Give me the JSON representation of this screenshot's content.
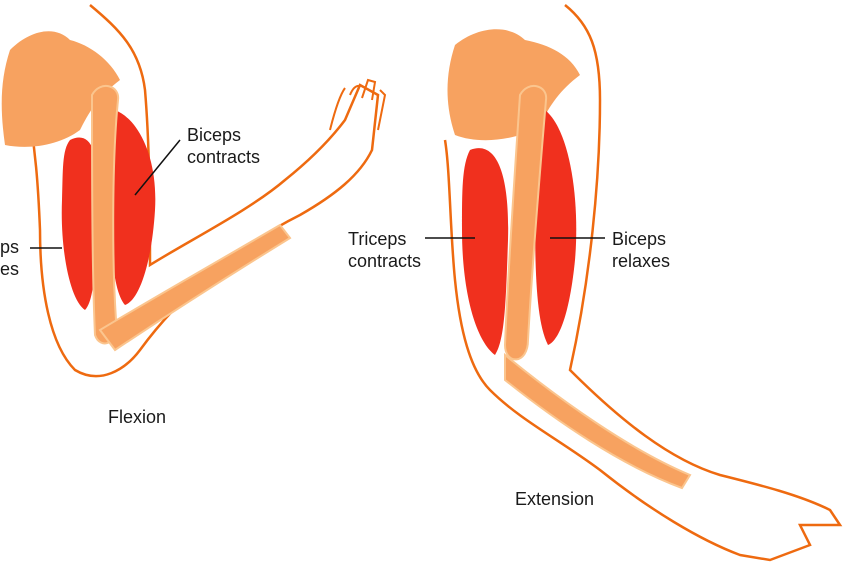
{
  "colors": {
    "bone": "#f7a260",
    "bone_light": "#fbc58e",
    "muscle": "#f0301e",
    "skin_line": "#ee6a10",
    "leader": "#111111"
  },
  "flexion": {
    "title": "Flexion",
    "biceps_label": [
      "Biceps",
      "contracts"
    ],
    "triceps_label": [
      "ps",
      "es"
    ]
  },
  "extension": {
    "title": "Extension",
    "triceps_label": [
      "Triceps",
      "contracts"
    ],
    "biceps_label": [
      "Biceps",
      "relaxes"
    ]
  }
}
